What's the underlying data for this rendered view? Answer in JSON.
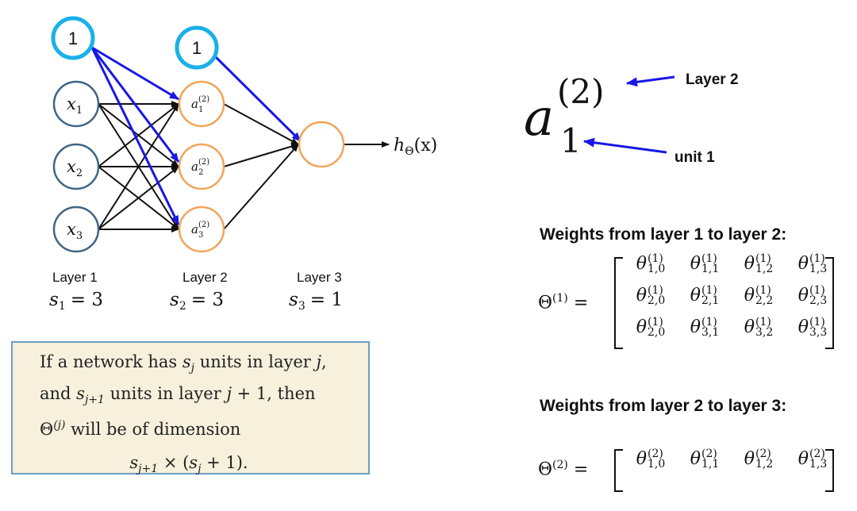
{
  "network": {
    "bias_unit_1": "1",
    "bias_unit_2": "1",
    "input_nodes": [
      "x1",
      "x2",
      "x3"
    ],
    "input_node_labels": [
      {
        "base": "x",
        "sub": "1"
      },
      {
        "base": "x",
        "sub": "2"
      },
      {
        "base": "x",
        "sub": "3"
      }
    ],
    "hidden_nodes": [
      {
        "base": "a",
        "sup": "(2)",
        "sub": "1"
      },
      {
        "base": "a",
        "sup": "(2)",
        "sub": "2"
      },
      {
        "base": "a",
        "sup": "(2)",
        "sub": "3"
      }
    ],
    "output_label": {
      "base": "h",
      "sub": "Θ",
      "arg": "(x)"
    },
    "layers": [
      {
        "name": "Layer 1",
        "size": {
          "s": "s",
          "sub": "1",
          "eq": "= 3"
        }
      },
      {
        "name": "Layer 2",
        "size": {
          "s": "s",
          "sub": "2",
          "eq": "= 3"
        }
      },
      {
        "name": "Layer 3",
        "size": {
          "s": "s",
          "sub": "3",
          "eq": "= 1"
        }
      }
    ]
  },
  "info_box": {
    "line1_a": "If a network has ",
    "line1_var": "s",
    "line1_var_sub": "j",
    "line1_b": " units in layer ",
    "line1_j": "j",
    "line1_end": ",",
    "line2_a": "and ",
    "line2_var": "s",
    "line2_var_sub": "j+1",
    "line2_b": " units in layer ",
    "line2_j": "j",
    "line2_c": " + 1, then",
    "line3_theta": "Θ",
    "line3_sup": "(j)",
    "line3_b": " will be of dimension",
    "line4_s": "s",
    "line4_sub": "j+1",
    "line4_mid": " × (",
    "line4_s2": "s",
    "line4_sub2": "j",
    "line4_end": " + 1)."
  },
  "notation": {
    "base": "a",
    "sup": "(2)",
    "sub": "1",
    "layer_label": "Layer 2",
    "unit_label": "unit 1"
  },
  "weights_1": {
    "heading": "Weights from layer 1 to layer 2:",
    "label_base": "Θ",
    "label_sup": "(1)",
    "equals": "=",
    "rows": [
      [
        {
          "sup": "(1)",
          "sub": "1,0"
        },
        {
          "sup": "(1)",
          "sub": "1,1"
        },
        {
          "sup": "(1)",
          "sub": "1,2"
        },
        {
          "sup": "(1)",
          "sub": "1,3"
        }
      ],
      [
        {
          "sup": "(1)",
          "sub": "2,0"
        },
        {
          "sup": "(1)",
          "sub": "2,1"
        },
        {
          "sup": "(1)",
          "sub": "2,2"
        },
        {
          "sup": "(1)",
          "sub": "2,3"
        }
      ],
      [
        {
          "sup": "(1)",
          "sub": "2,0"
        },
        {
          "sup": "(1)",
          "sub": "3,1"
        },
        {
          "sup": "(1)",
          "sub": "3,2"
        },
        {
          "sup": "(1)",
          "sub": "3,3"
        }
      ]
    ]
  },
  "weights_2": {
    "heading": "Weights from layer 2 to layer 3:",
    "label_base": "Θ",
    "label_sup": "(2)",
    "equals": "=",
    "rows": [
      [
        {
          "sup": "(2)",
          "sub": "1,0"
        },
        {
          "sup": "(2)",
          "sub": "1,1"
        },
        {
          "sup": "(2)",
          "sub": "1,2"
        },
        {
          "sup": "(2)",
          "sub": "1,3"
        }
      ]
    ]
  },
  "symbols": {
    "theta": "θ"
  },
  "colors": {
    "input_node": "#3f6585",
    "hidden_node": "#f0a55a",
    "bias_circle": "#1ab0e8",
    "highlight_arrow": "#1717e6",
    "edge": "#111111",
    "box_border": "#6b9fc4",
    "box_fill": "#f6f0dc"
  }
}
